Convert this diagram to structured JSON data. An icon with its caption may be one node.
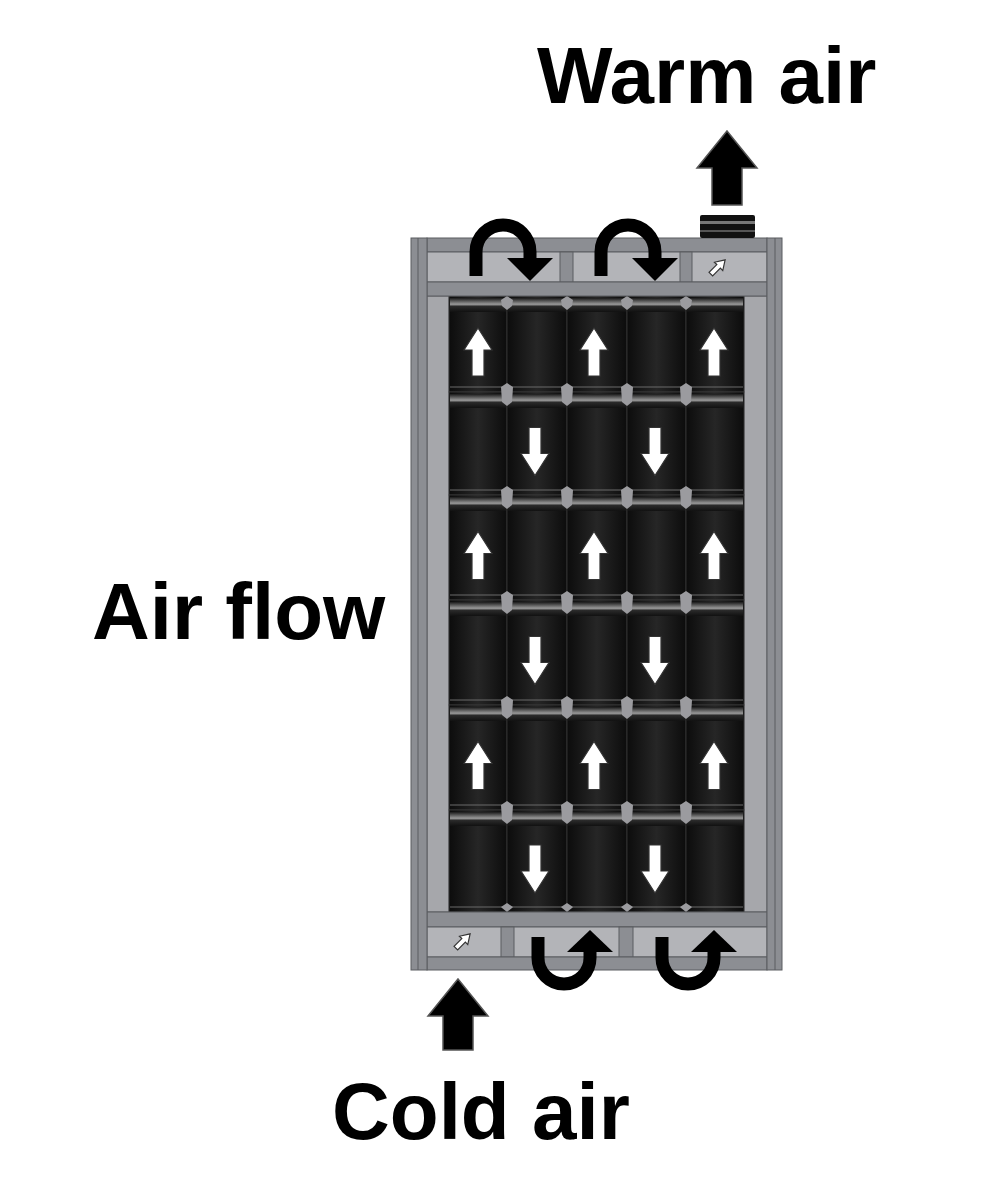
{
  "diagram": {
    "labels": [
      "Warm air",
      "Air flow",
      "Cold air"
    ]
  }
}
